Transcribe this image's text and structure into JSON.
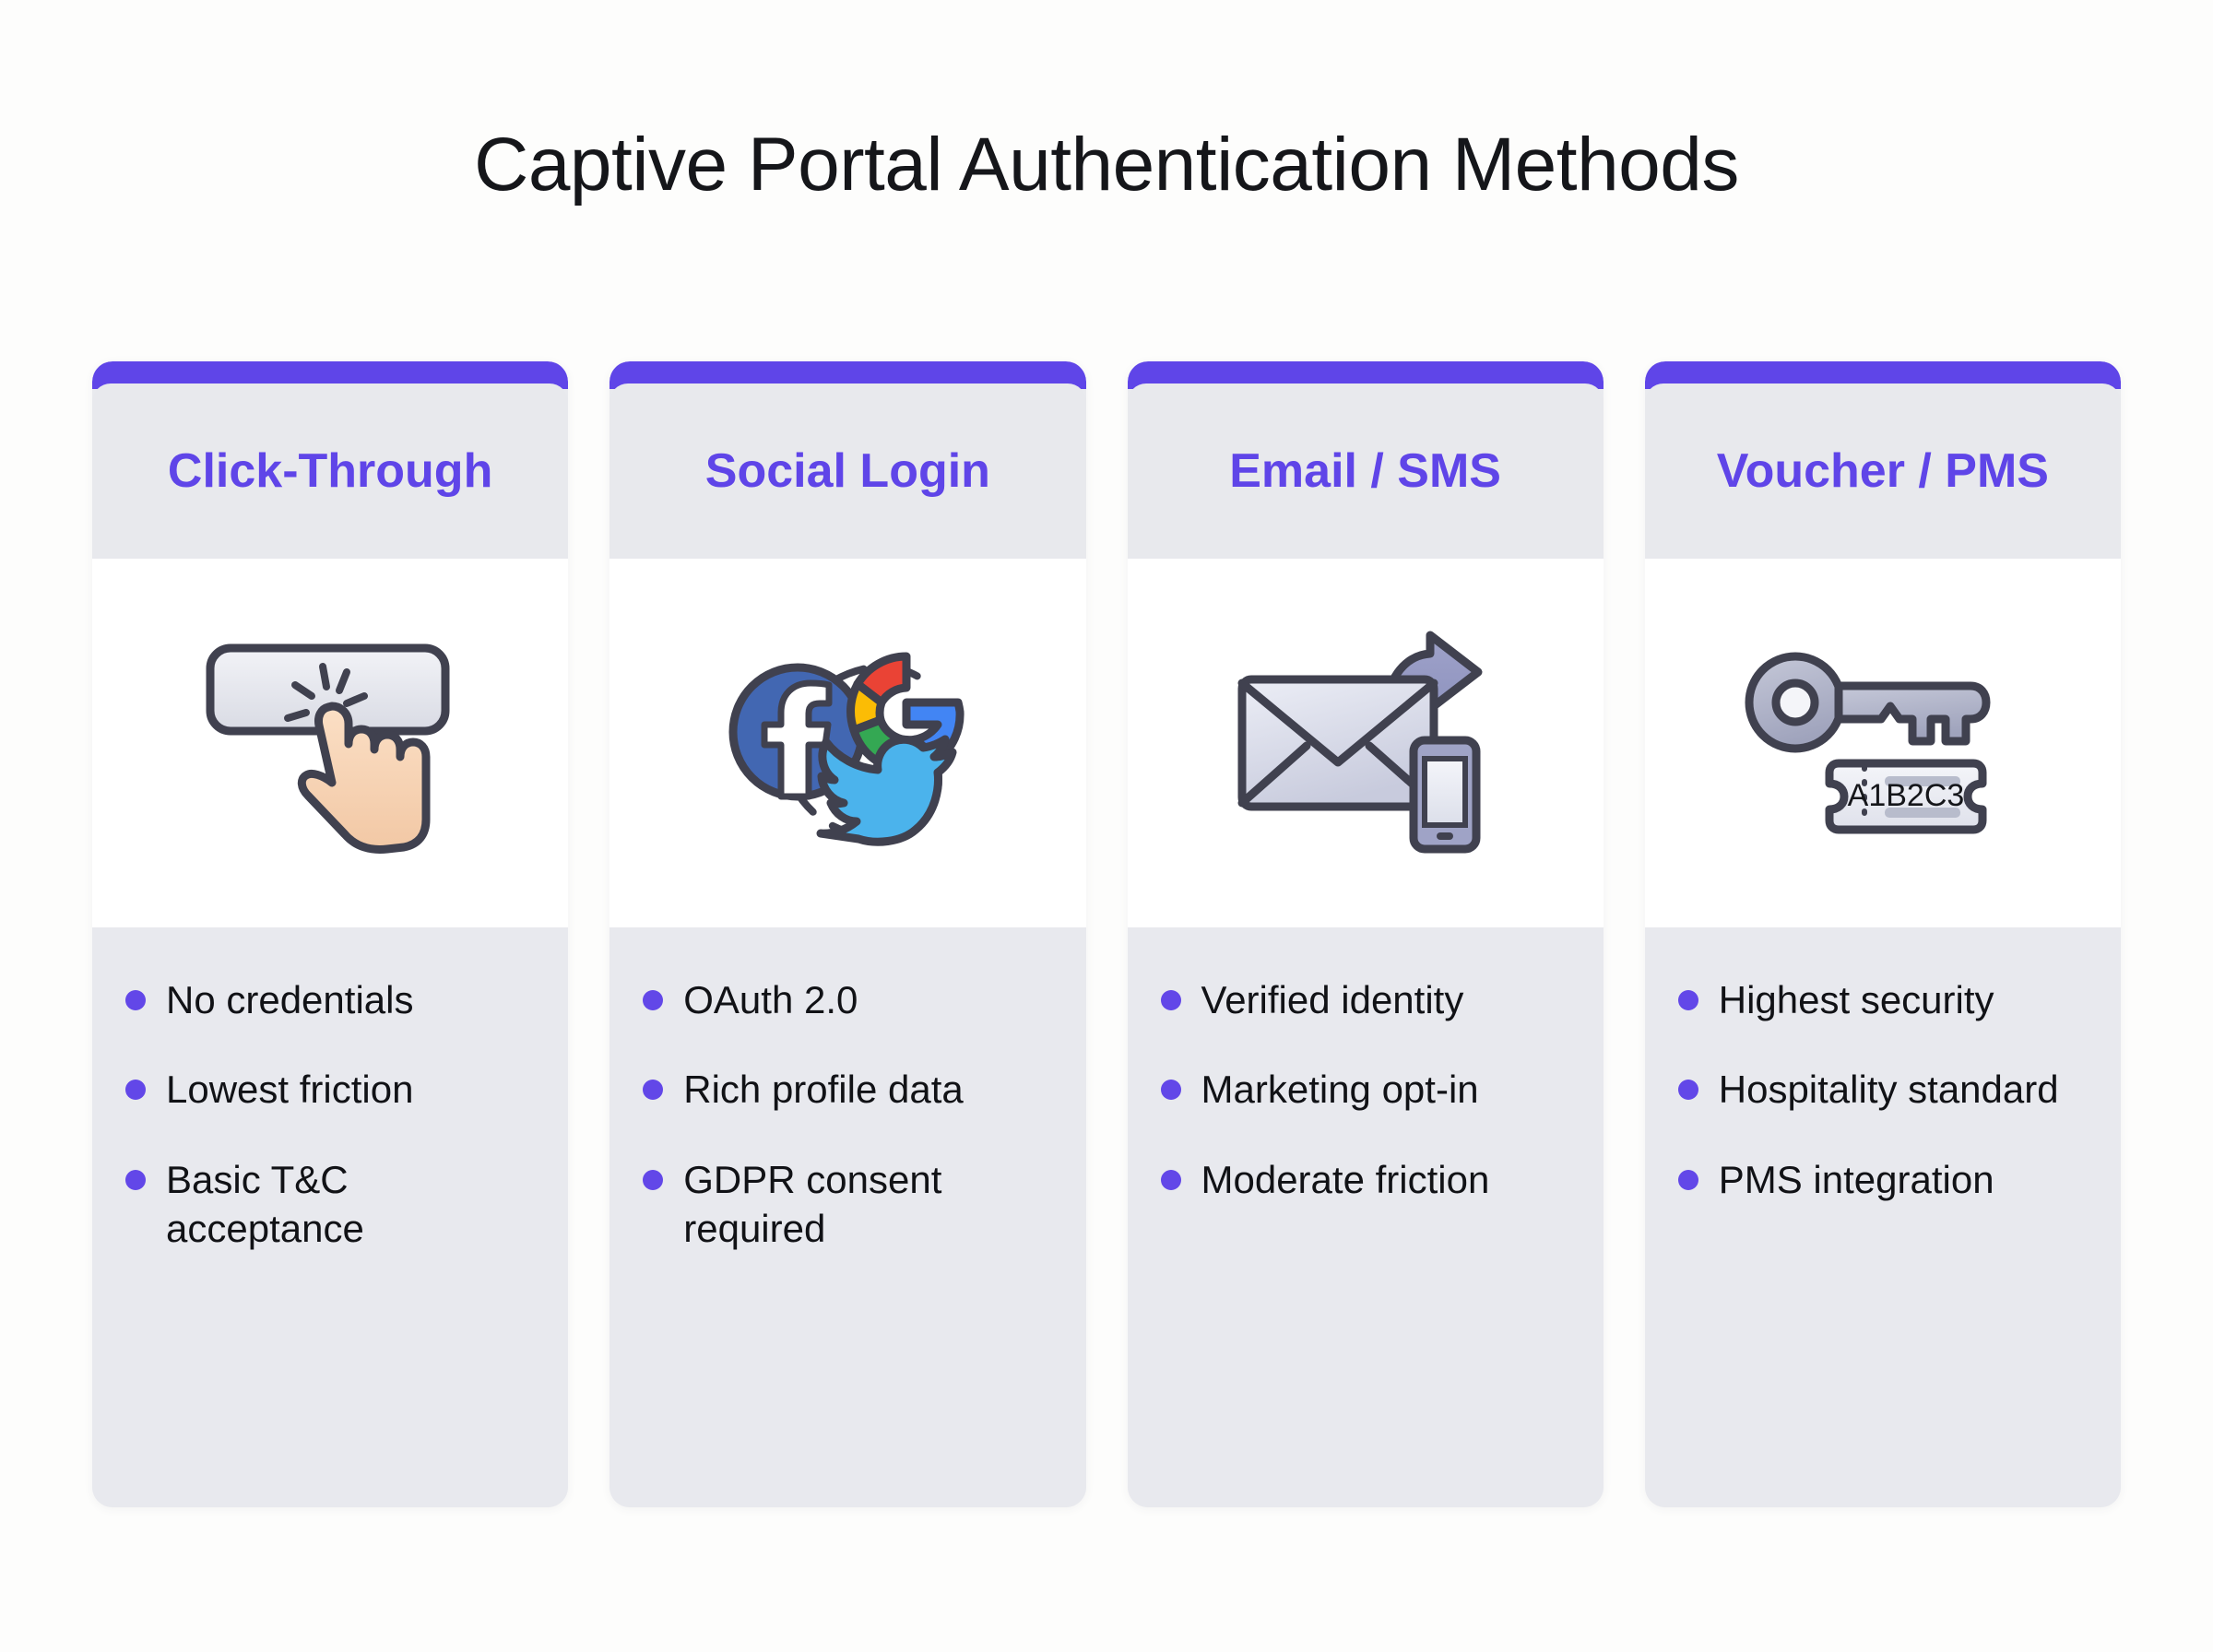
{
  "title": "Captive Portal Authentication Methods",
  "colors": {
    "accent": "#5f45e8",
    "bullet": "#6247e8",
    "card_header_bg": "#e8e9ed",
    "card_body_bg": "#e8e9ee",
    "icon_area_bg": "#ffffff",
    "page_bg": "#fdfdfc",
    "title_text": "#15161a",
    "bullet_text": "#111216"
  },
  "cards": [
    {
      "id": "click-through",
      "title": "Click-Through",
      "icon": "cursor-click-button-icon",
      "bullets": [
        "No credentials",
        "Lowest friction",
        "Basic T&C acceptance"
      ]
    },
    {
      "id": "social-login",
      "title": "Social Login",
      "icon": "social-networks-icon",
      "icon_parts": [
        "facebook-icon",
        "google-icon",
        "twitter-bird-icon"
      ],
      "bullets": [
        "OAuth 2.0",
        "Rich profile data",
        "GDPR consent required"
      ]
    },
    {
      "id": "email-sms",
      "title": "Email / SMS",
      "icon": "envelope-send-phone-icon",
      "bullets": [
        "Verified identity",
        "Marketing opt-in",
        "Moderate friction"
      ]
    },
    {
      "id": "voucher-pms",
      "title": "Voucher / PMS",
      "icon": "key-ticket-icon",
      "voucher_code": "A1B2C3",
      "bullets": [
        "Highest security",
        "Hospitality standard",
        "PMS integration"
      ]
    }
  ]
}
